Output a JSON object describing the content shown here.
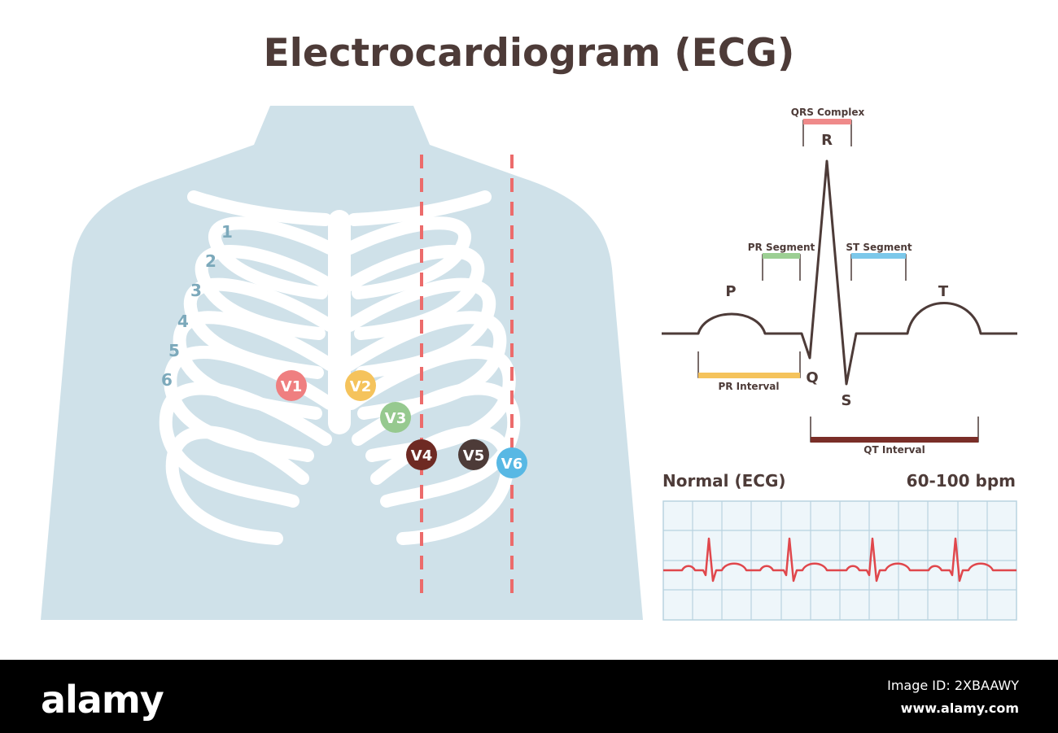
{
  "title": "Electrocardiogram (ECG)",
  "rib_numbers": [
    "1",
    "2",
    "3",
    "4",
    "5",
    "6"
  ],
  "electrodes": [
    {
      "label": "V1",
      "color": "#ef7f80"
    },
    {
      "label": "V2",
      "color": "#f5c35c"
    },
    {
      "label": "V3",
      "color": "#96c98f"
    },
    {
      "label": "V4",
      "color": "#6e2a23"
    },
    {
      "label": "V5",
      "color": "#4d3b38"
    },
    {
      "label": "V6",
      "color": "#58b8e4"
    }
  ],
  "waveform": {
    "waves": {
      "p": "P",
      "q": "Q",
      "r": "R",
      "s": "S",
      "t": "T"
    },
    "qrs_complex": {
      "label": "QRS Complex",
      "color": "#ef8a8a"
    },
    "pr_segment": {
      "label": "PR Segment",
      "color": "#9ccf93"
    },
    "st_segment": {
      "label": "ST Segment",
      "color": "#7cc8ea"
    },
    "pr_interval": {
      "label": "PR Interval",
      "color": "#f5c35c"
    },
    "qt_interval": {
      "label": "QT Interval",
      "color": "#7a2e28"
    }
  },
  "normal_ecg": {
    "label": "Normal (ECG)",
    "rate": "60-100 bpm",
    "trace_color": "#e0474c",
    "grid_color": "#b9d3e0",
    "grid_bg": "#eef6fa"
  },
  "colors": {
    "body": "#cfe1e9",
    "ribs": "#ffffff",
    "rib_number": "#7ca9bb",
    "guide_line": "#ec6b6b",
    "text": "#4d3b38"
  },
  "footer": {
    "logo": "alamy",
    "image_id": "Image ID: 2XBAAWY",
    "url": "www.alamy.com"
  }
}
